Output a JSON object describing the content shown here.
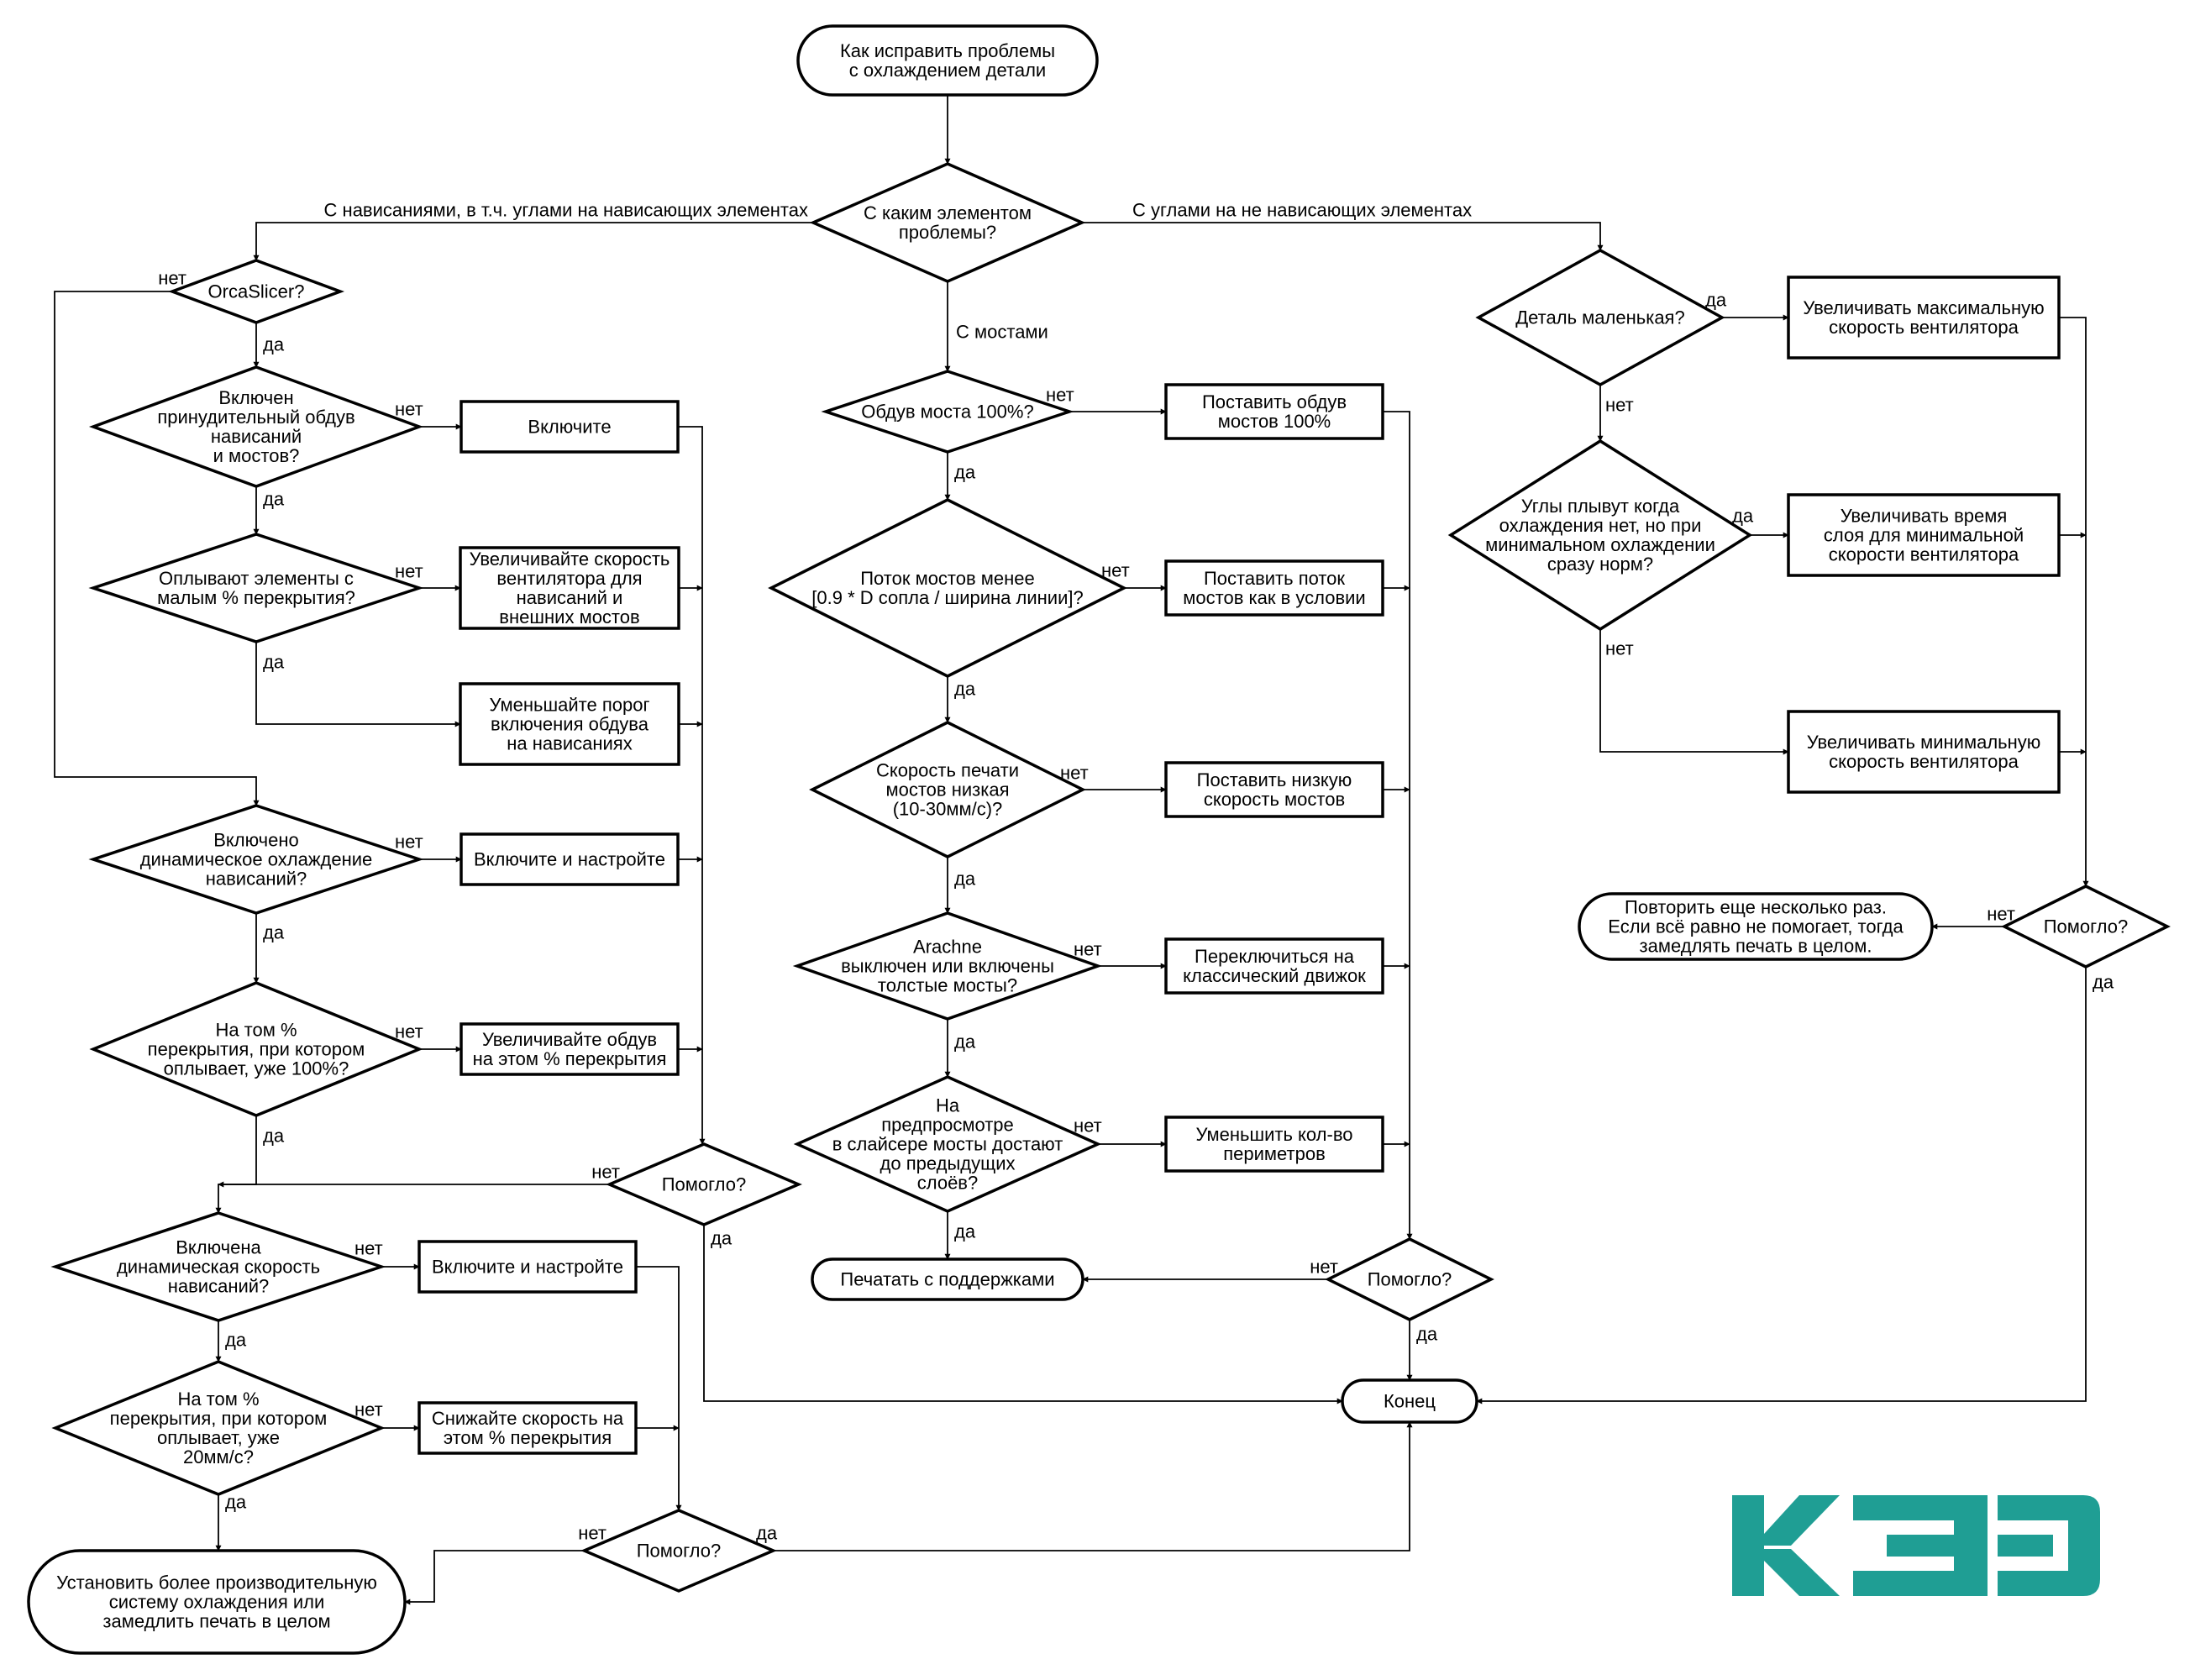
{
  "colors": {
    "logo": "#1f9e94",
    "line": "#000000",
    "background": "#ffffff"
  },
  "logo": {
    "text": "КЗD"
  },
  "nodes": {
    "start": [
      "Как исправить проблемы",
      "с охлаждением детали"
    ],
    "element_type": [
      "С каким элементом",
      "проблемы?"
    ],
    "orca": [
      "OrcaSlicer?"
    ],
    "forced_blow": [
      "Включен",
      "принудительный обдув",
      "нависаний",
      "и мостов?"
    ],
    "enable1": [
      "Включите"
    ],
    "small_overlap_float": [
      "Оплывают элементы с",
      "малым % перекрытия?"
    ],
    "increase_fan_overhang": [
      "Увеличивайте скорость",
      "вентилятора для",
      "нависаний и",
      "внешних мостов"
    ],
    "reduce_threshold": [
      "Уменьшайте порог",
      "включения обдува",
      "на нависаниях"
    ],
    "dynamic_cooling": [
      "Включено",
      "динамическое охлаждение",
      "нависаний?"
    ],
    "enable_tune1": [
      "Включите и настройте"
    ],
    "overlap_100": [
      "На том %",
      "перекрытия, при котором",
      "оплывает, уже 100%?"
    ],
    "increase_blow_overlap": [
      "Увеличивайте обдув",
      "на этом % перекрытия"
    ],
    "helped_left": [
      "Помогло?"
    ],
    "dynamic_speed": [
      "Включена",
      "динамическая скорость",
      "нависаний?"
    ],
    "enable_tune2": [
      "Включите и настройте"
    ],
    "overlap_20": [
      "На том %",
      "перекрытия, при котором",
      "оплывает, уже",
      "20мм/с?"
    ],
    "reduce_speed_overlap": [
      "Снижайте скорость на",
      "этом % перекрытия"
    ],
    "helped_bottom": [
      "Помогло?"
    ],
    "install_cooling": [
      "Установить более производительную",
      "систему охлаждения или",
      "замедлить печать в целом"
    ],
    "bridge_blow": [
      "Обдув моста 100%?"
    ],
    "set_blow_100": [
      "Поставить обдув",
      "мостов 100%"
    ],
    "bridge_flow": [
      "Поток мостов менее",
      "[0.9 * D сопла / ширина линии]?"
    ],
    "set_flow": [
      "Поставить поток",
      "мостов как в условии"
    ],
    "bridge_speed": [
      "Скорость печати",
      "мостов низкая",
      "(10-30мм/с)?"
    ],
    "set_low_speed": [
      "Поставить низкую",
      "скорость мостов"
    ],
    "arachne": [
      "Arachne",
      "выключен или включены",
      "толстые мосты?"
    ],
    "switch_classic": [
      "Переключиться на",
      "классический движок"
    ],
    "preview": [
      "На",
      "предпросмотре",
      "в слайсере мосты достают",
      "до предыдущих",
      "слоёв?"
    ],
    "reduce_perimeters": [
      "Уменьшить кол-во",
      "периметров"
    ],
    "print_supports": [
      "Печатать с поддержками"
    ],
    "helped_middle": [
      "Помогло?"
    ],
    "end": [
      "Конец"
    ],
    "small_part": [
      "Деталь маленькая?"
    ],
    "increase_max_fan": [
      "Увеличивать максимальную",
      "скорость вентилятора"
    ],
    "corners_float": [
      "Углы плывут когда",
      "охлаждения нет, но при",
      "минимальном охлаждении",
      "сразу норм?"
    ],
    "increase_layer_time": [
      "Увеличивать время",
      "слоя для минимальной",
      "скорости вентилятора"
    ],
    "increase_min_fan": [
      "Увеличивать минимальную",
      "скорость вентилятора"
    ],
    "helped_right": [
      "Помогло?"
    ],
    "repeat": [
      "Повторить еще несколько раз.",
      "Если всё равно не помогает, тогда",
      "замедлять печать в целом."
    ]
  },
  "edge_labels": {
    "overhangs": "С нависаниями, в т.ч. углами на нависающих элементах",
    "non_overhang_corners": "С углами на не нависающих элементах",
    "bridges": "С мостами",
    "yes": "да",
    "no": "нет"
  }
}
